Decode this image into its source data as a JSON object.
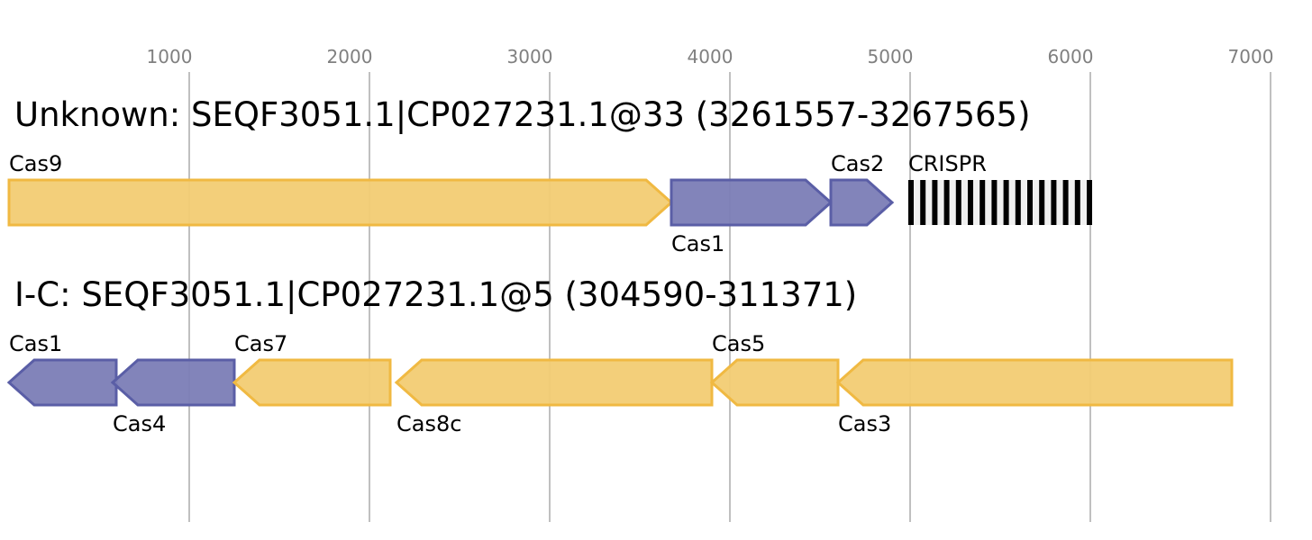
{
  "axis": {
    "ticks": [
      1000,
      2000,
      3000,
      4000,
      5000,
      6000,
      7000
    ],
    "tick_labels": [
      "1000",
      "2000",
      "3000",
      "4000",
      "5000",
      "6000",
      "7000"
    ],
    "unit": "bp",
    "range": [
      0,
      7000
    ]
  },
  "colors": {
    "adaptation_fill": "#7b7db6",
    "adaptation_stroke": "#5a5ea6",
    "effector_fill": "#f2cc73",
    "effector_stroke": "#f0b942",
    "crispr_repeat": "#000000",
    "crispr_spacer": "#f0f0f0",
    "grid": "#c0c0c0",
    "tick_text": "#808080"
  },
  "loci": [
    {
      "title": "Unknown: SEQF3051.1|CP027231.1@33 (3261557-3267565)",
      "genes": [
        {
          "name": "Cas9",
          "start": 0,
          "end": 3675,
          "strand": "+",
          "category": "effector",
          "label_pos": "above"
        },
        {
          "name": "Cas1",
          "start": 3675,
          "end": 4560,
          "strand": "+",
          "category": "adaptation",
          "label_pos": "below"
        },
        {
          "name": "Cas2",
          "start": 4560,
          "end": 4900,
          "strand": "+",
          "category": "adaptation",
          "label_pos": "above"
        }
      ],
      "crispr": {
        "name": "CRISPR",
        "start": 4990,
        "end": 6010,
        "repeats": 16
      }
    },
    {
      "title": "I-C: SEQF3051.1|CP027231.1@5 (304590-311371)",
      "genes": [
        {
          "name": "Cas1",
          "start": 0,
          "end": 595,
          "strand": "-",
          "category": "adaptation",
          "label_pos": "above"
        },
        {
          "name": "Cas4",
          "start": 575,
          "end": 1250,
          "strand": "-",
          "category": "adaptation",
          "label_pos": "below"
        },
        {
          "name": "Cas7",
          "start": 1250,
          "end": 2115,
          "strand": "-",
          "category": "effector",
          "label_pos": "above"
        },
        {
          "name": "Cas8c",
          "start": 2150,
          "end": 3900,
          "strand": "-",
          "category": "effector",
          "label_pos": "below"
        },
        {
          "name": "Cas5",
          "start": 3900,
          "end": 4600,
          "strand": "-",
          "category": "effector",
          "label_pos": "above"
        },
        {
          "name": "Cas3",
          "start": 4600,
          "end": 6785,
          "strand": "-",
          "category": "effector",
          "label_pos": "below"
        }
      ],
      "crispr": null
    }
  ]
}
